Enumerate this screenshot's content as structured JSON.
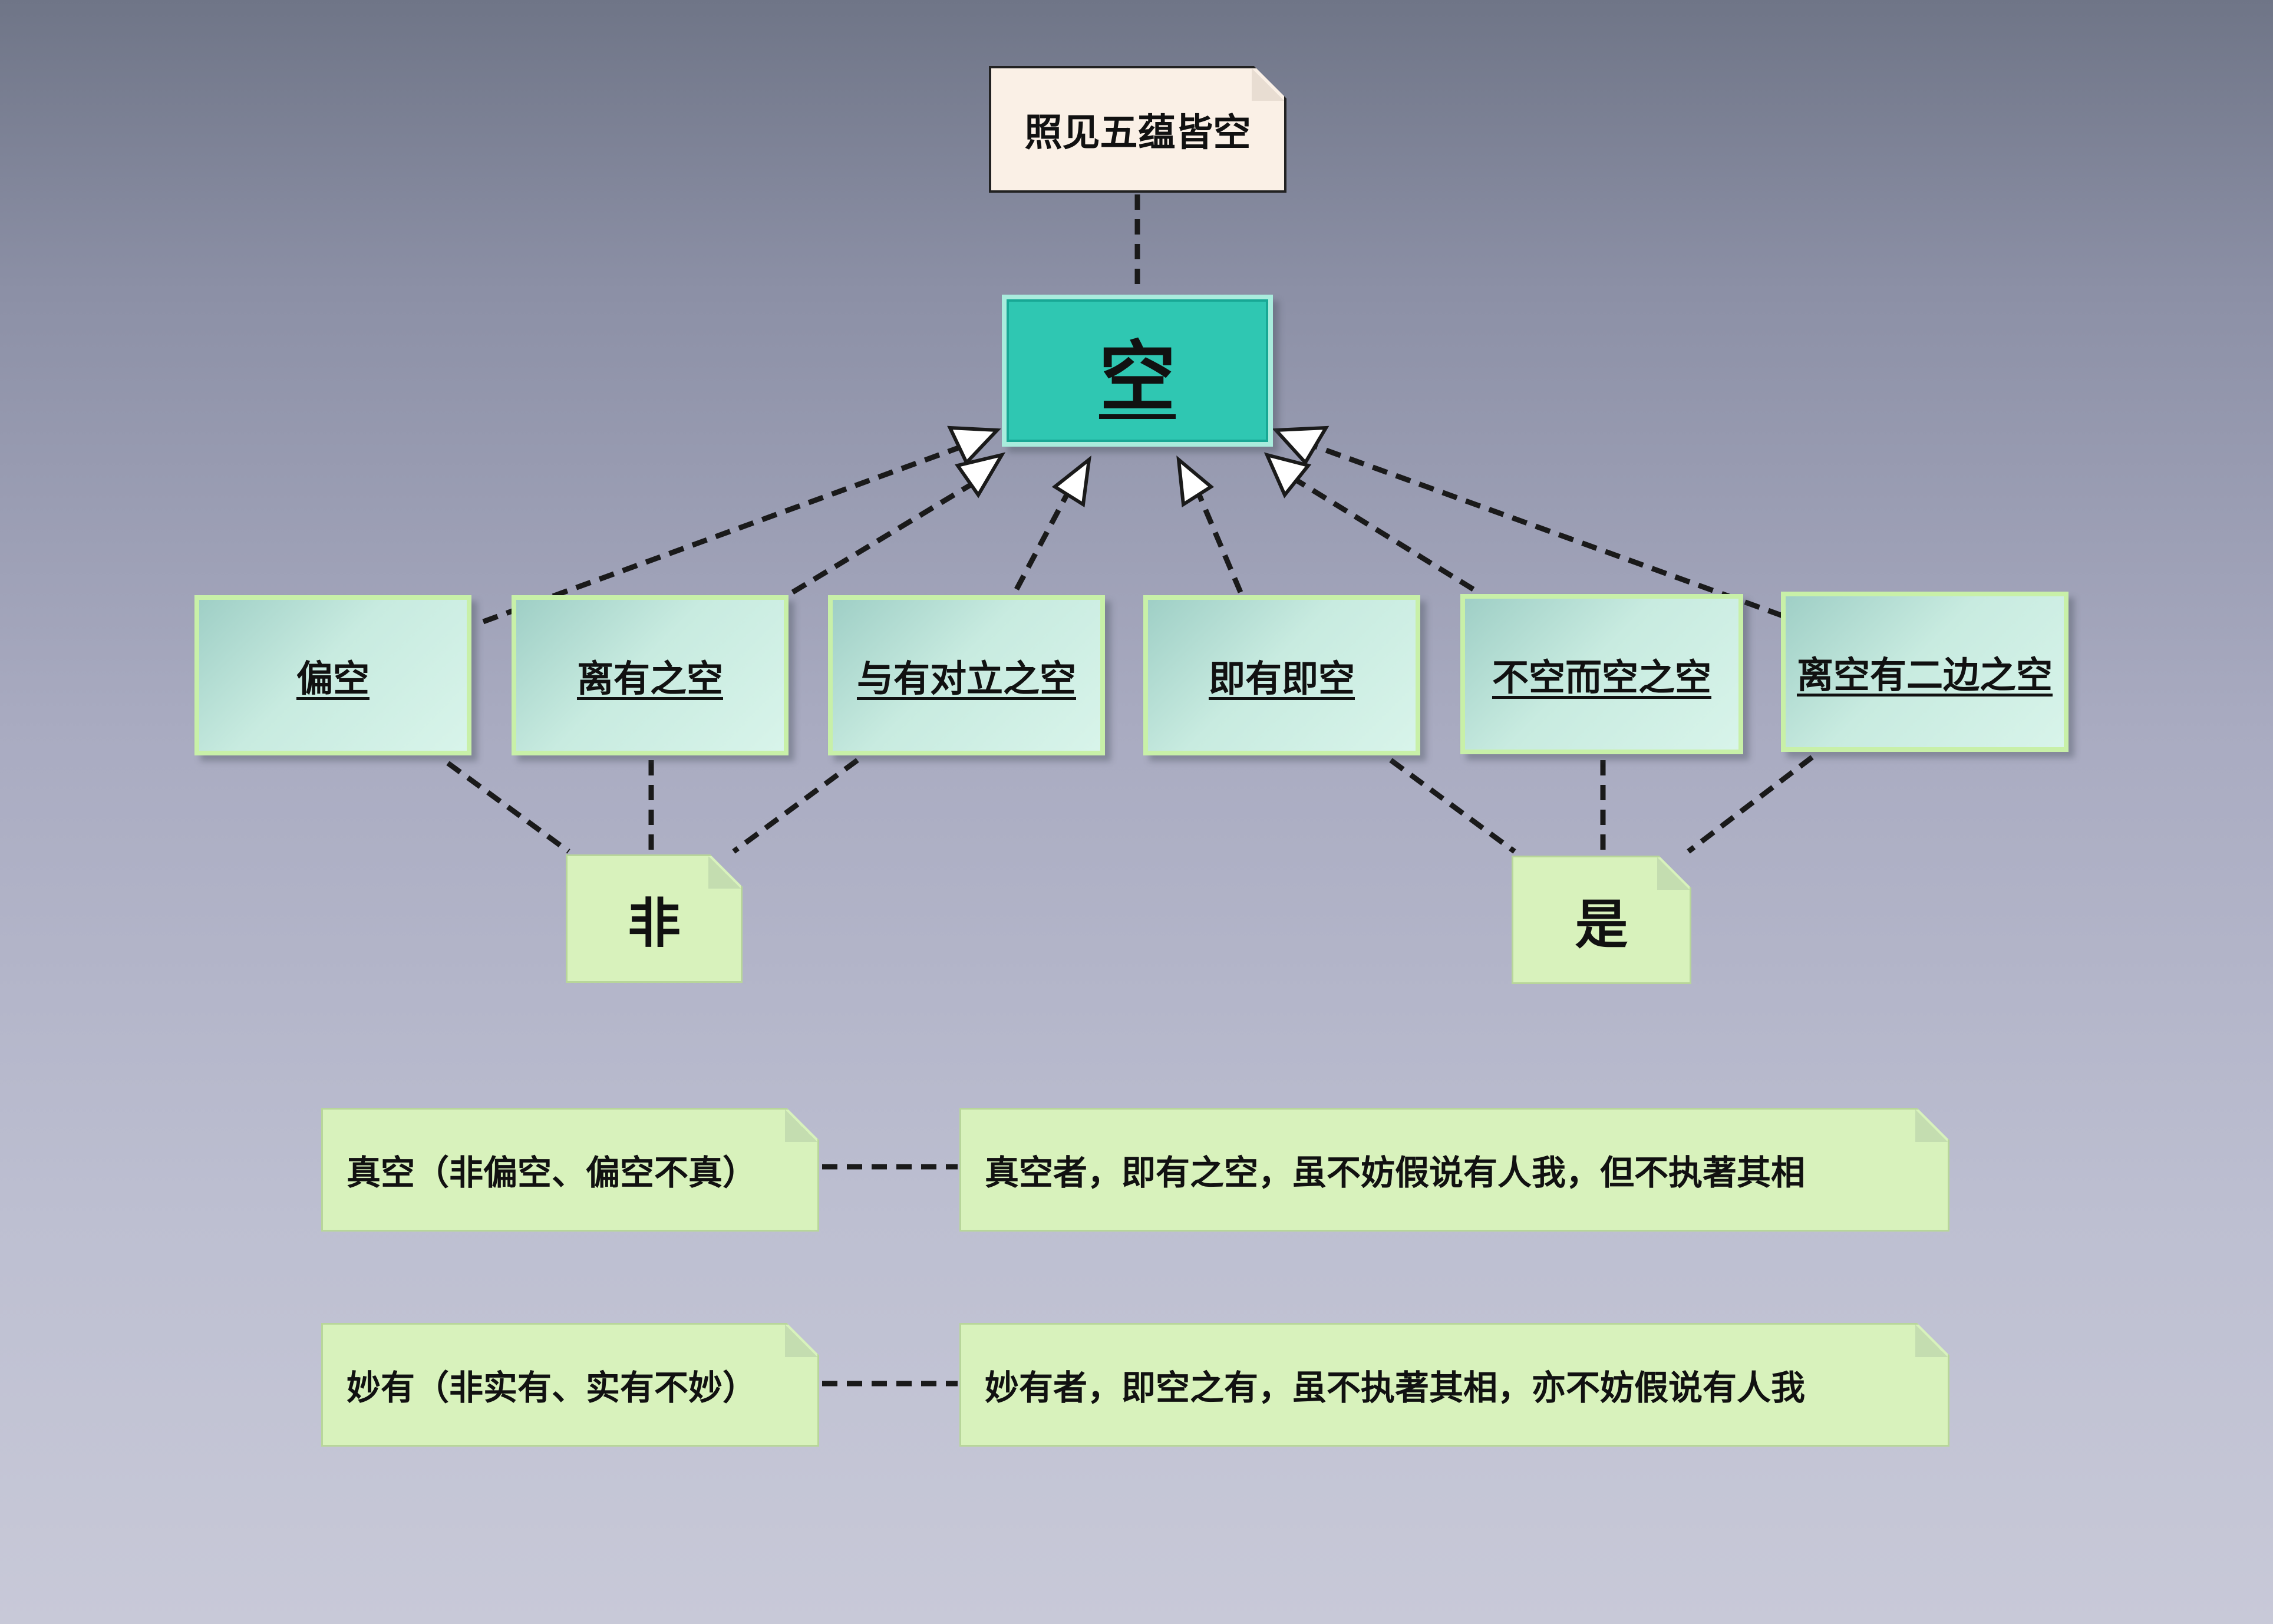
{
  "top_note": {
    "label": "照见五蕴皆空"
  },
  "root": {
    "label": "空"
  },
  "children": [
    {
      "label": "偏空"
    },
    {
      "label": "离有之空"
    },
    {
      "label": "与有对立之空"
    },
    {
      "label": "即有即空"
    },
    {
      "label": "不空而空之空"
    },
    {
      "label": "离空有二边之空"
    }
  ],
  "group_notes": {
    "fei": "非",
    "shi": "是"
  },
  "bottom_rows": [
    {
      "left": "真空（非偏空、偏空不真）",
      "right": "真空者，即有之空，虽不妨假说有人我，但不执著其相"
    },
    {
      "left": "妙有（非实有、实有不妙）",
      "right": "妙有者，即空之有，虽不执著其相，亦不妨假说有人我"
    }
  ],
  "colors": {
    "root_fill": "#2fc7b2",
    "child_fill": "#c8ebe0",
    "note_fill": "#d8f2bc",
    "top_note_fill": "#faf0e6"
  }
}
